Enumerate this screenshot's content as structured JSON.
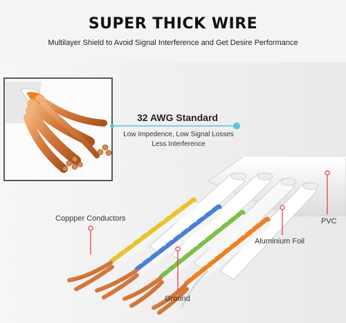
{
  "header": {
    "title": "SUPER THICK WIRE",
    "subtitle": "Multilayer Shield to Avoid Signal Interference and Get Desire Performance"
  },
  "spec": {
    "title": "32 AWG Standard",
    "line1": "Low Impedence, Low Signal Losses",
    "line2": "Less Interference"
  },
  "labels": {
    "copper": "Coppper Conductors",
    "foil": "Aluminium Foil",
    "pvc": "PVC",
    "ground": "Ground"
  },
  "colors": {
    "accent": "#5bc3df",
    "callout": "#e0343a",
    "copper": "#d98a4e",
    "jacket": "#ffffff",
    "orange_pair": "#f07f1e",
    "green_pair": "#7cc04a",
    "blue_pair": "#4a7fd6",
    "brown_pair": "#b06a2c",
    "yellow_pair": "#e9c32c"
  }
}
